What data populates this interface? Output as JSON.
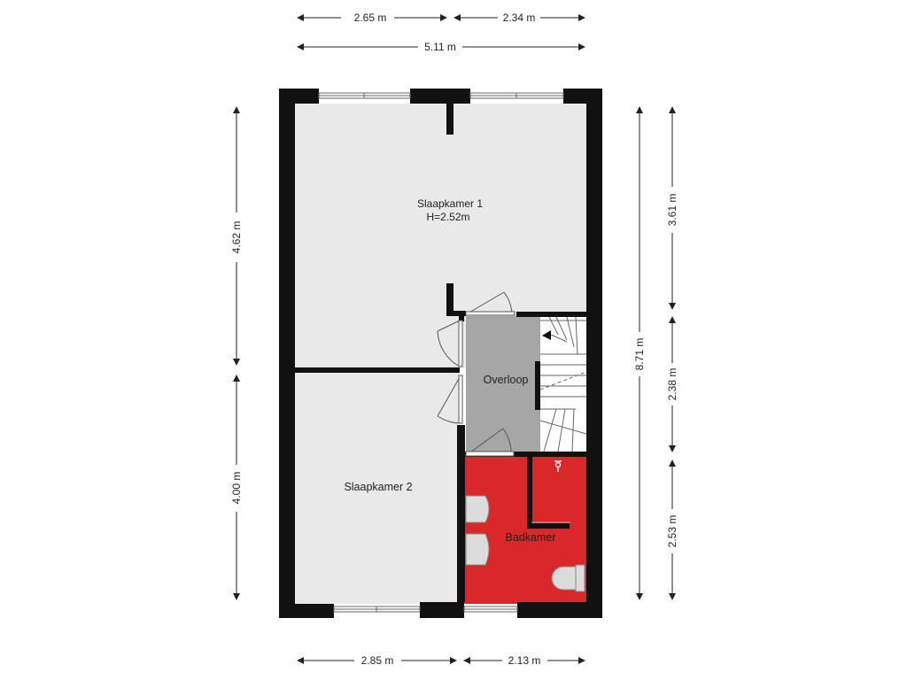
{
  "colors": {
    "wall": "#111111",
    "room_floor": "#e9e9e9",
    "landing_floor": "#a6a6a6",
    "bathroom_floor": "#d9272a",
    "dimension_line": "#222222",
    "fixture": "#dcdcdc"
  },
  "dimensions": {
    "top_left": "2.65 m",
    "top_right": "2.34 m",
    "top_total": "5.11 m",
    "left_upper": "4.62 m",
    "left_lower": "4.00 m",
    "right_total": "8.71 m",
    "right_upper": "3.61 m",
    "right_middle": "2.38 m",
    "right_lower": "2.53 m",
    "bottom_left": "2.85 m",
    "bottom_right": "2.13 m"
  },
  "rooms": {
    "slaapkamer1": {
      "name": "Slaapkamer 1",
      "height": "H=2.52m"
    },
    "slaapkamer2": {
      "name": "Slaapkamer 2"
    },
    "overloop": {
      "name": "Overloop"
    },
    "badkamer": {
      "name": "Badkamer"
    }
  },
  "icons": [
    "arrow-icon",
    "door-swing-icon",
    "window-icon",
    "sink-icon",
    "toilet-icon",
    "shower-head-icon",
    "stair-arrow-icon"
  ]
}
